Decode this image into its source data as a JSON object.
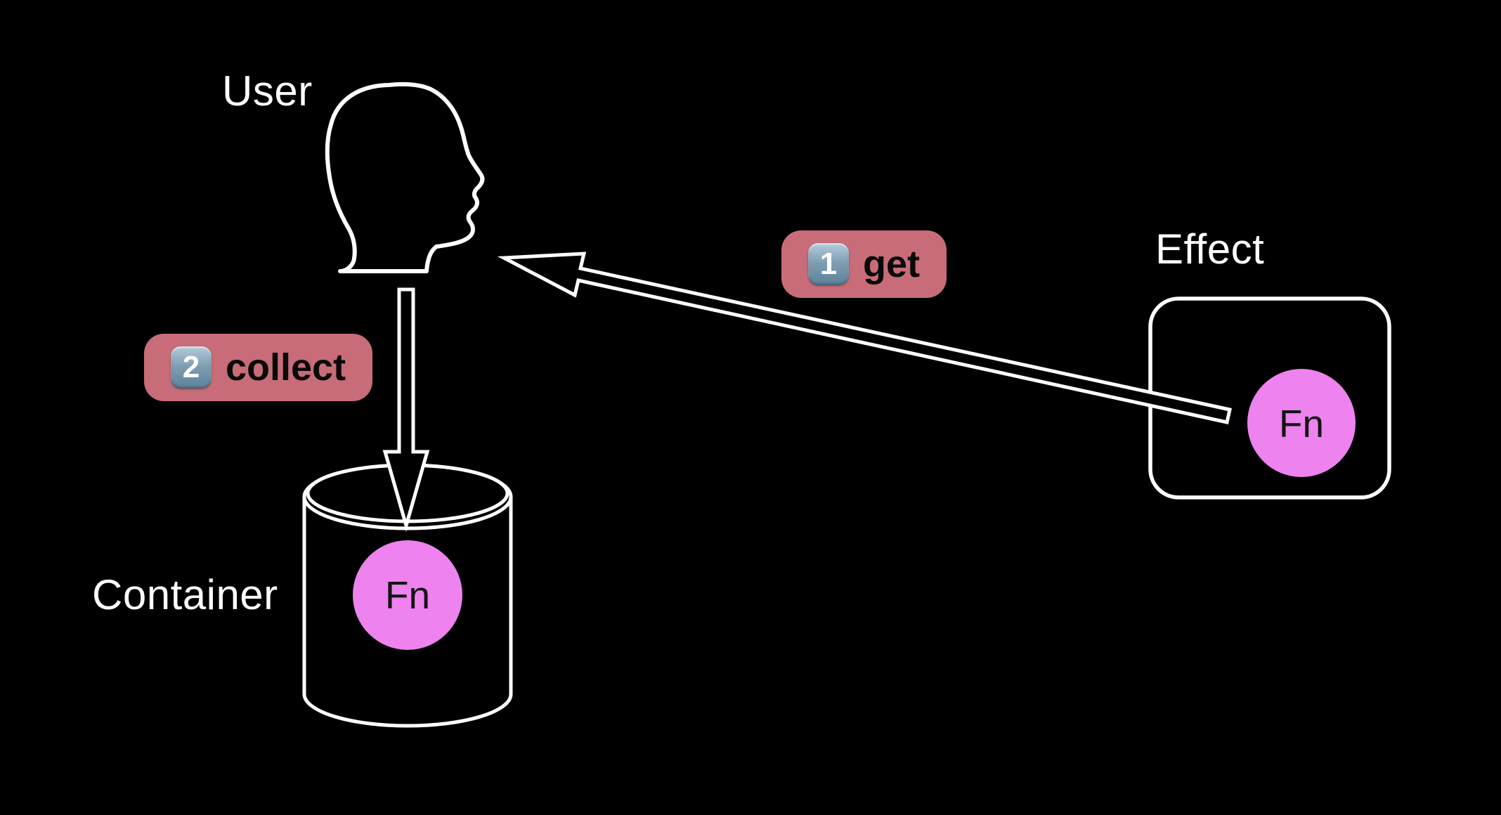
{
  "diagram": {
    "background": "#000000",
    "labels": {
      "user": "User",
      "container": "Container",
      "effect": "Effect"
    },
    "badges": {
      "get": {
        "number": "1",
        "label": "get"
      },
      "collect": {
        "number": "2",
        "label": "collect"
      }
    },
    "nodes": {
      "container_fn": "Fn",
      "effect_fn": "Fn"
    },
    "colors": {
      "stroke": "#ffffff",
      "label_text": "#ffffff",
      "badge_bg": "#c76c78",
      "badge_text": "#0a0a0a",
      "keycap_blue": "#7e9db2",
      "fn_fill": "#ee82ee",
      "fn_text": "#141414"
    }
  }
}
